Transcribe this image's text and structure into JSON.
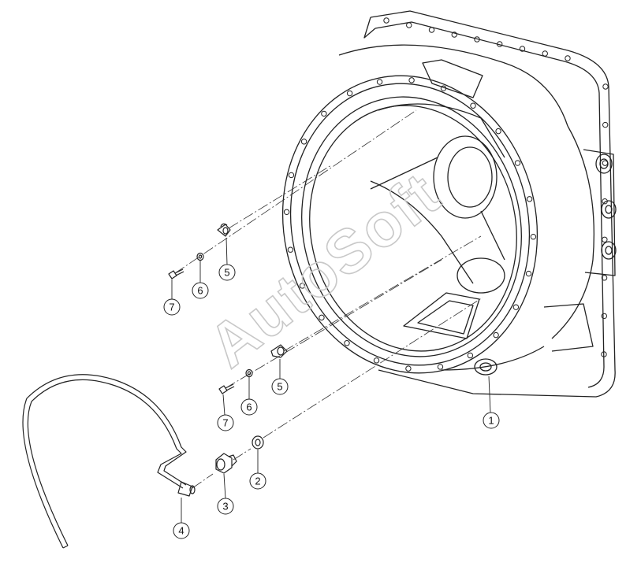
{
  "watermark": {
    "text": "AutoSoft"
  },
  "callouts": [
    {
      "id": "c1",
      "label": "1"
    },
    {
      "id": "c2",
      "label": "2"
    },
    {
      "id": "c3",
      "label": "3"
    },
    {
      "id": "c4",
      "label": "4"
    },
    {
      "id": "c5a",
      "label": "5"
    },
    {
      "id": "c5b",
      "label": "5"
    },
    {
      "id": "c6a",
      "label": "6"
    },
    {
      "id": "c6b",
      "label": "6"
    },
    {
      "id": "c7a",
      "label": "7"
    },
    {
      "id": "c7b",
      "label": "7"
    }
  ]
}
